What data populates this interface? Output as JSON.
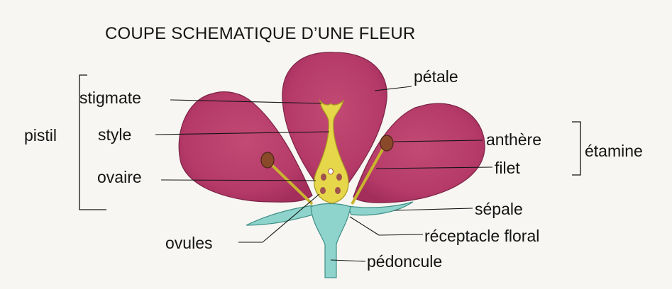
{
  "title": "COUPE SCHEMATIQUE D’UNE FLEUR",
  "labels": {
    "stigmate": "stigmate",
    "style": "style",
    "ovaire": "ovaire",
    "pistil": "pistil",
    "ovules": "ovules",
    "petale": "pétale",
    "anthere": "anthère",
    "filet": "filet",
    "etamine": "étamine",
    "sepale": "sépale",
    "receptacle": "réceptacle floral",
    "pedoncule": "pédoncule"
  },
  "colors": {
    "petal": "#b53a68",
    "petal_light": "#cf6a8c",
    "pistil": "#e6d64a",
    "stalk": "#8ed4cc",
    "anther": "#8a4a2a",
    "ink": "#141414"
  }
}
